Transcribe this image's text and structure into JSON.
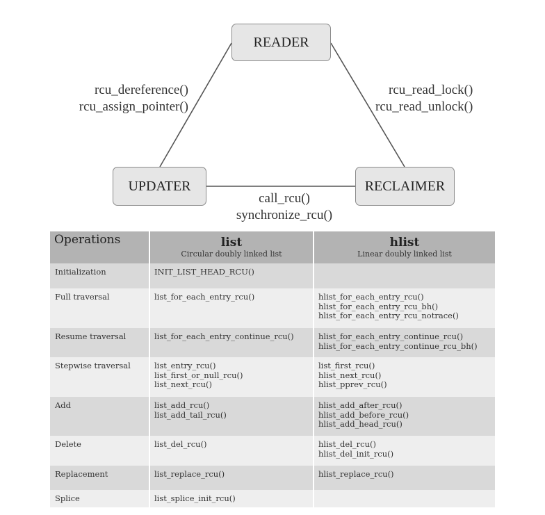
{
  "diagram": {
    "nodes": {
      "reader": "READER",
      "updater": "UPDATER",
      "reclaimer": "RECLAIMER"
    },
    "edges": {
      "left": [
        "rcu_dereference()",
        "rcu_assign_pointer()"
      ],
      "right": [
        "rcu_read_lock()",
        "rcu_read_unlock()"
      ],
      "bottom": [
        "call_rcu()",
        "synchronize_rcu()"
      ]
    }
  },
  "table": {
    "header": {
      "operations": "Operations",
      "list_title": "list",
      "list_sub": "Circular doubly linked list",
      "hlist_title": "hlist",
      "hlist_sub": "Linear doubly linked list"
    },
    "rows": [
      {
        "op": "Initialization",
        "list": [
          "INIT_LIST_HEAD_RCU()"
        ],
        "hlist": []
      },
      {
        "op": "Full traversal",
        "list": [
          "list_for_each_entry_rcu()"
        ],
        "hlist": [
          "hlist_for_each_entry_rcu()",
          "hlist_for_each_entry_rcu_bh()",
          "hlist_for_each_entry_rcu_notrace()"
        ]
      },
      {
        "op": "Resume traversal",
        "list": [
          "list_for_each_entry_continue_rcu()"
        ],
        "hlist": [
          "hlist_for_each_entry_continue_rcu()",
          "hlist_for_each_entry_continue_rcu_bh()"
        ]
      },
      {
        "op": "Stepwise traversal",
        "list": [
          "list_entry_rcu()",
          "list_first_or_null_rcu()",
          "list_next_rcu()"
        ],
        "hlist": [
          "list_first_rcu()",
          "hlist_next_rcu()",
          "hlist_pprev_rcu()"
        ]
      },
      {
        "op": "Add",
        "list": [
          "list_add_rcu()",
          "list_add_tail_rcu()"
        ],
        "hlist": [
          "hlist_add_after_rcu()",
          "hlist_add_before_rcu()",
          "hlist_add_head_rcu()"
        ]
      },
      {
        "op": "Delete",
        "list": [
          "list_del_rcu()"
        ],
        "hlist": [
          "hlist_del_rcu()",
          "hlist_del_init_rcu()"
        ]
      },
      {
        "op": "Replacement",
        "list": [
          "list_replace_rcu()"
        ],
        "hlist": [
          "hlist_replace_rcu()"
        ]
      },
      {
        "op": "Splice",
        "list": [
          "list_splice_init_rcu()"
        ],
        "hlist": []
      }
    ]
  }
}
